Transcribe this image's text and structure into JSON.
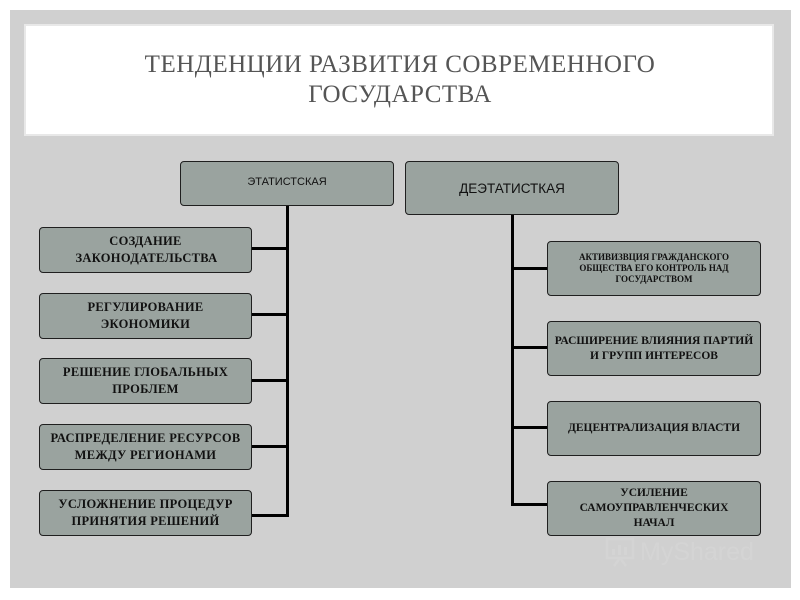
{
  "title": "ТЕНДЕНЦИИ РАЗВИТИЯ СОВРЕМЕННОГО ГОСУДАРСТВА",
  "left": {
    "header": "ЭТАТИСТСКАЯ",
    "items": [
      "СОЗДАНИЕ ЗАКОНОДАТЕЛЬСТВА",
      "РЕГУЛИРОВАНИЕ ЭКОНОМИКИ",
      "РЕШЕНИЕ ГЛОБАЛЬНЫХ ПРОБЛЕМ",
      "РАСПРЕДЕЛЕНИЕ РЕСУРСОВ МЕЖДУ РЕГИОНАМИ",
      "УСЛОЖНЕНИЕ ПРОЦЕДУР ПРИНЯТИЯ РЕШЕНИЙ"
    ]
  },
  "right": {
    "header": "ДЕЭТАТИСТКАЯ",
    "items": [
      "АКТИВИЗВЦИЯ ГРАЖДАНСКОГО ОБЩЕСТВА ЕГО КОНТРОЛЬ НАД ГОСУДАРСТВОМ",
      "РАСШИРЕНИЕ ВЛИЯНИЯ ПАРТИЙ И ГРУПП ИНТЕРЕСОВ",
      "ДЕЦЕНТРАЛИЗАЦИЯ ВЛАСТИ",
      "УСИЛЕНИЕ САМОУПРАВЛЕНЧЕСКИХ НАЧАЛ"
    ]
  },
  "watermark": {
    "text": "MyShared",
    "icon": "presentation-chart-icon"
  }
}
